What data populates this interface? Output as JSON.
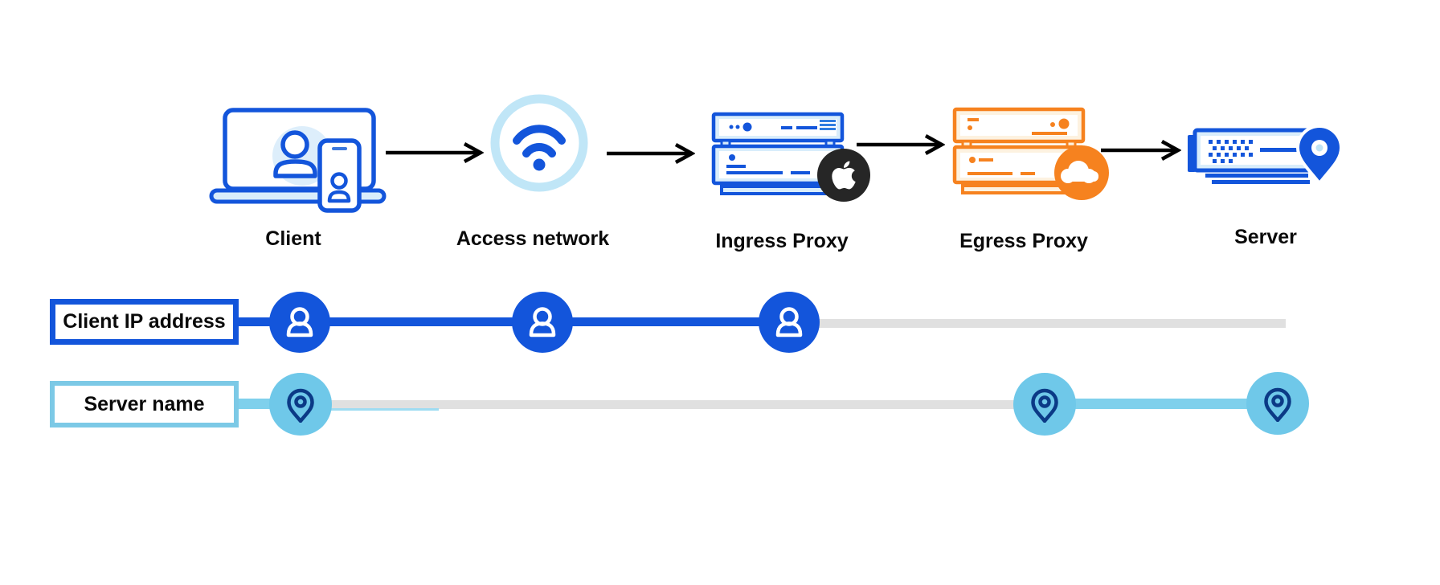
{
  "diagram": {
    "nodes": [
      {
        "label": "Client",
        "icon": "client-devices-icon"
      },
      {
        "label": "Access network",
        "icon": "wifi-icon"
      },
      {
        "label": "Ingress Proxy",
        "icon": "server-stack-icon",
        "badge": "apple-logo"
      },
      {
        "label": "Egress Proxy",
        "icon": "server-stack-icon",
        "badge": "cloudflare-logo"
      },
      {
        "label": "Server",
        "icon": "server-location-pin-icon"
      }
    ],
    "tracks": [
      {
        "label": "Client IP address",
        "marker_icon": "person-icon",
        "marker_count": 3,
        "visible_at": [
          "Client",
          "Access network",
          "Ingress Proxy"
        ]
      },
      {
        "label": "Server name",
        "marker_icon": "location-pin-icon",
        "marker_count": 3,
        "visible_at": [
          "Client",
          "Egress Proxy",
          "Server"
        ]
      }
    ],
    "colors": {
      "primary_blue": "#1355db",
      "pale_blue_fill": "#d9edfb",
      "wifi_ring_blue": "#c0e6f7",
      "track_light_blue": "#6fc8e9",
      "track_light_blue_line": "#7fd0ec",
      "navy_pin": "#0b3a86",
      "cloudflare_orange": "#f6821f",
      "cream_fill": "#fdf2e0",
      "inactive_gray": "#e0e0e0",
      "badge_black": "#262626",
      "arrow_black": "#000000"
    }
  }
}
